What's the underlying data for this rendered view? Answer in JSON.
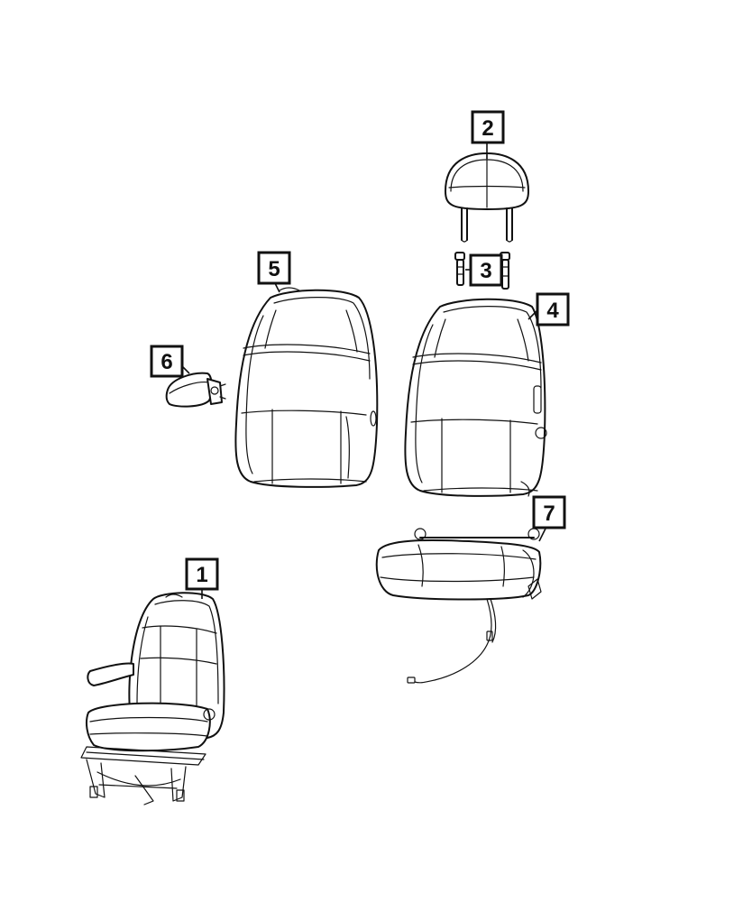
{
  "callouts": [
    {
      "id": "callout-1",
      "label": "1"
    },
    {
      "id": "callout-2",
      "label": "2"
    },
    {
      "id": "callout-3",
      "label": "3"
    },
    {
      "id": "callout-4",
      "label": "4"
    },
    {
      "id": "callout-5",
      "label": "5"
    },
    {
      "id": "callout-6",
      "label": "6"
    },
    {
      "id": "callout-7",
      "label": "7"
    }
  ],
  "parts": {
    "p1": "complete-seat-assembly",
    "p2": "headrest",
    "p3": "headrest-guide-sleeves",
    "p4": "seat-back-cover-right",
    "p5": "seat-back-cover-left",
    "p6": "armrest",
    "p7": "seat-cushion"
  }
}
